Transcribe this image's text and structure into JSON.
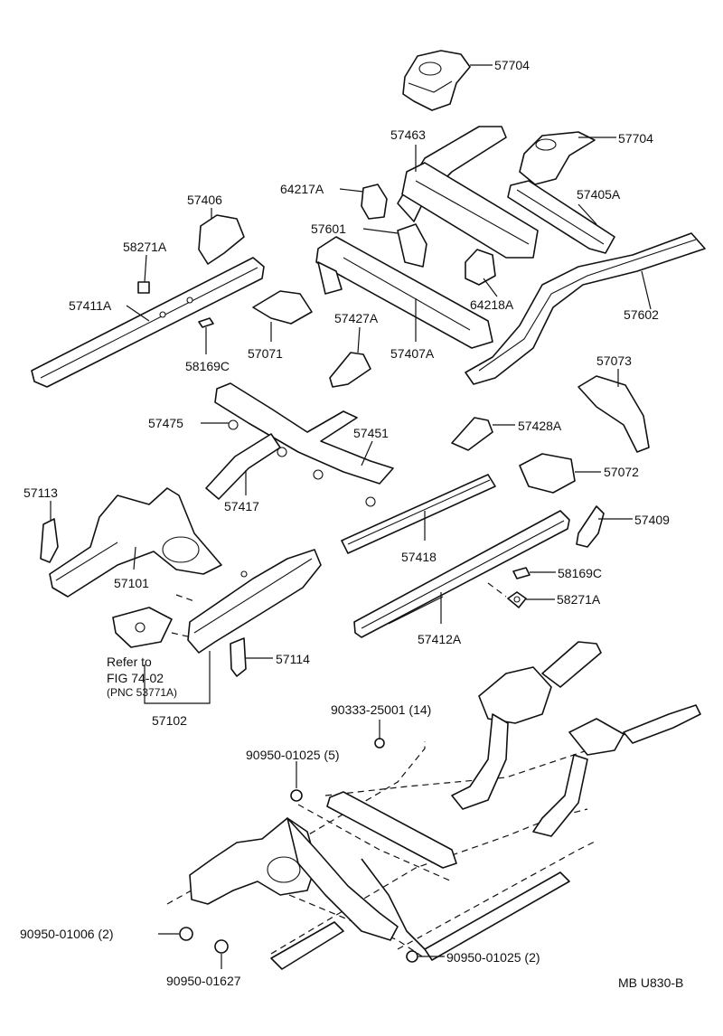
{
  "labels": {
    "p57704a": "57704",
    "p57704b": "57704",
    "p57463": "57463",
    "p64217a": "64217A",
    "p57405a": "57405A",
    "p57406": "57406",
    "p57601": "57601",
    "p58271a_top": "58271A",
    "p64218a": "64218A",
    "p57411a": "57411A",
    "p57602": "57602",
    "p57427a": "57427A",
    "p57407a": "57407A",
    "p57071": "57071",
    "p58169c_top": "58169C",
    "p57073": "57073",
    "p57475": "57475",
    "p57451": "57451",
    "p57428a": "57428A",
    "p57113": "57113",
    "p57072": "57072",
    "p57417": "57417",
    "p57409": "57409",
    "p57418": "57418",
    "p57101": "57101",
    "p58169c_bot": "58169C",
    "p58271a_bot": "58271A",
    "p57412a": "57412A",
    "p57114": "57114",
    "p57102": "57102",
    "refer1": "Refer to",
    "refer2": "FIG 74-02",
    "refer3": "(PNC 53771A)",
    "f90333": "90333-25001 (14)",
    "f90950_5": "90950-01025 (5)",
    "f90950_1006": "90950-01006 (2)",
    "f90950_1627": "90950-01627",
    "f90950_2": "90950-01025 (2)",
    "ref_code": "MB U830-B"
  }
}
